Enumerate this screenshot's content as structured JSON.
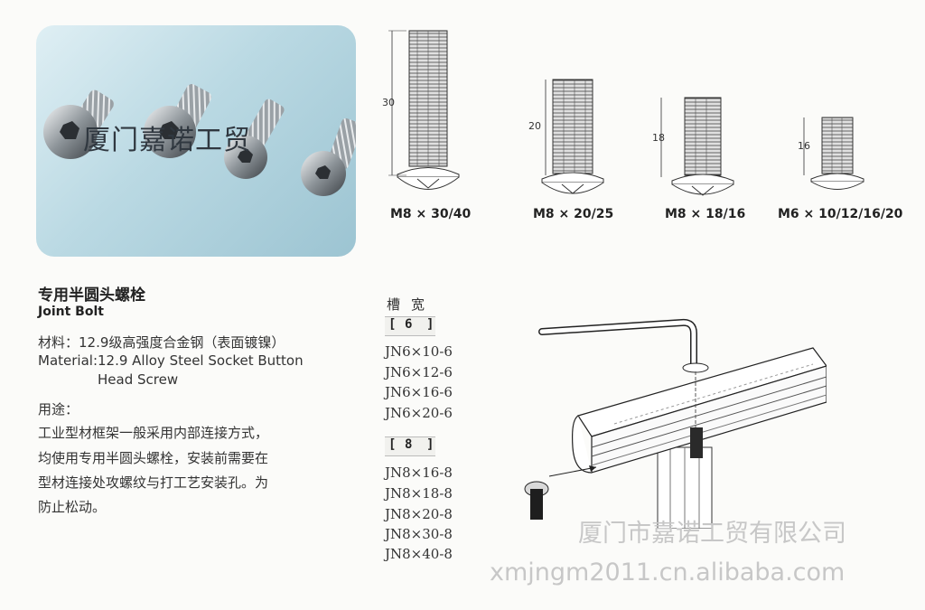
{
  "photo": {
    "watermark": "厦门嘉诺工贸"
  },
  "bolts": [
    {
      "label": "M8 × 30/40",
      "dimension": "30"
    },
    {
      "label": "M8 × 20/25",
      "dimension": "20"
    },
    {
      "label": "M8 × 18/16",
      "dimension": "18"
    },
    {
      "label": "M6 × 10/12/16/20",
      "dimension": "16"
    }
  ],
  "product": {
    "title_cn": "专用半圆头螺栓",
    "title_en": "Joint Bolt",
    "material_cn": "材料：12.9级高强度合金钢（表面镀镍）",
    "material_en_1": "Material:12.9 Alloy Steel Socket Button",
    "material_en_2": "Head Screw",
    "usage_label": "用途：",
    "usage_lines": [
      "工业型材框架一般采用内部连接方式，",
      "均使用专用半圆头螺栓，安装前需要在",
      "型材连接处攻螺纹与打工艺安装孔。为",
      "防止松动。"
    ]
  },
  "slot": {
    "title": "槽宽",
    "groups": [
      {
        "size": "6",
        "specs": [
          "JN6×10-6",
          "JN6×12-6",
          "JN6×16-6",
          "JN6×20-6"
        ]
      },
      {
        "size": "8",
        "specs": [
          "JN8×16-8",
          "JN8×18-8",
          "JN8×20-8",
          "JN8×30-8",
          "JN8×40-8"
        ]
      }
    ]
  },
  "watermarks": {
    "company": "厦门市嘉诺工贸有限公司",
    "site": "xmjngm2011.cn.alibaba.com"
  }
}
